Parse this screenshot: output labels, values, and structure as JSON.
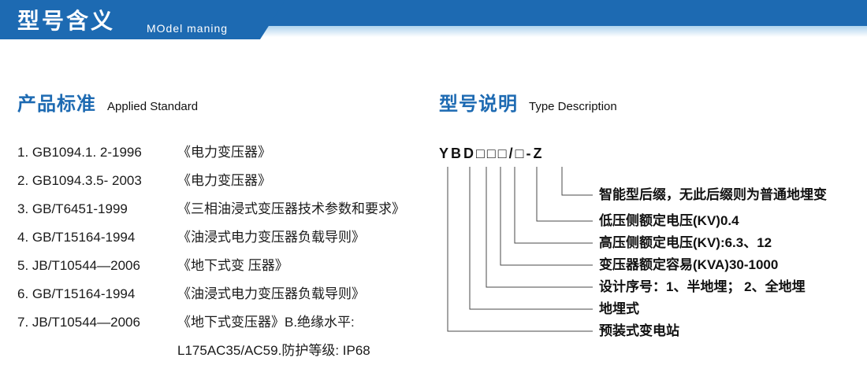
{
  "colors": {
    "accent_blue": "#1d6ab2"
  },
  "header": {
    "title": "型号含义",
    "subtitle": "MOdel maning"
  },
  "applied_standard": {
    "heading": "产品标准",
    "heading_en": "Applied Standard",
    "items": [
      {
        "code": "1. GB1094.1. 2-1996",
        "desc": "《电力变压器》"
      },
      {
        "code": "2. GB1094.3.5- 2003",
        "desc": "《电力变压器》"
      },
      {
        "code": "3. GB/T6451-1999",
        "desc": "《三相油浸式变压器技术参数和要求》"
      },
      {
        "code": "4. GB/T15164-1994",
        "desc": "《油浸式电力变压器负载导则》"
      },
      {
        "code": "5. JB/T10544—2006",
        "desc": "《地下式变 压器》"
      },
      {
        "code": "6. GB/T15164-1994",
        "desc": "《油浸式电力变压器负载导则》"
      },
      {
        "code": "7. JB/T10544—2006",
        "desc": "《地下式变压器》B.绝缘水平:"
      }
    ],
    "footnote": "L175AC35/AC59.防护等级: IP68"
  },
  "type_description": {
    "heading": "型号说明",
    "heading_en": "Type Description",
    "model_code": "YBD□□□/□-Z",
    "labels": [
      "智能型后缀，无此后缀则为普通地埋变",
      "低压侧额定电压(KV)0.4",
      "高压侧额定电压(KV):6.3、12",
      "变压器额定容易(KVA)30-1000",
      "设计序号：1、半地埋； 2、全地埋",
      "地埋式",
      "预装式变电站"
    ]
  }
}
